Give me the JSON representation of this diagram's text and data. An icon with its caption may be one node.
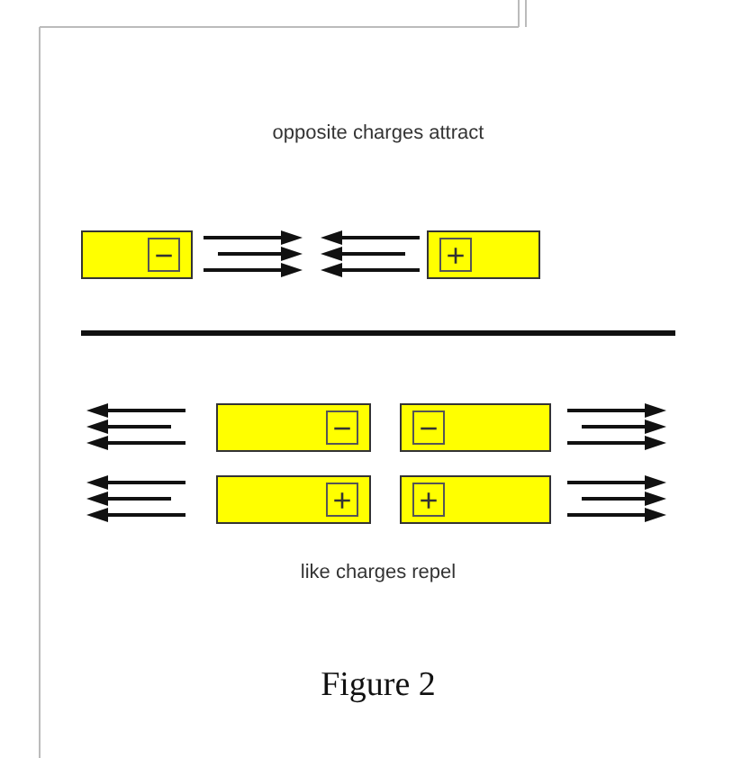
{
  "diagram": {
    "caption": "Figure 2",
    "nodes": [
      {
        "text": [
          "−"
        ]
      },
      {
        "text": [
          "+"
        ]
      },
      {
        "text": [
          "−"
        ]
      },
      {
        "text": [
          "−"
        ]
      },
      {
        "text": [
          "+"
        ]
      },
      {
        "text": [
          "+"
        ]
      }
    ],
    "labels": [
      "opposite charges attract",
      "like charges repel"
    ]
  }
}
